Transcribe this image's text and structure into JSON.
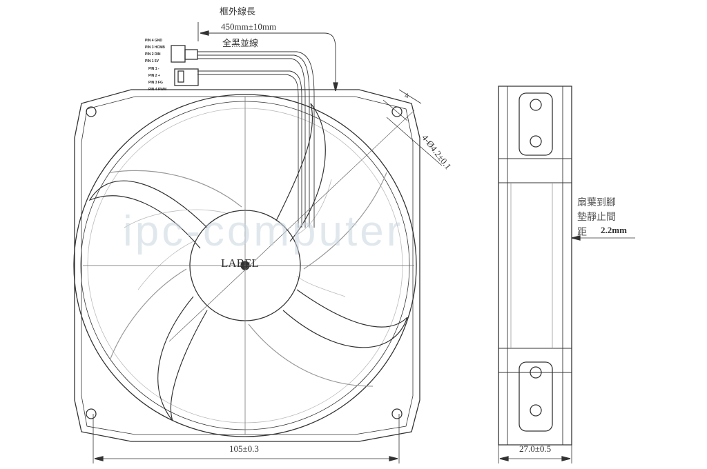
{
  "cable": {
    "title": "框外線長",
    "length": "450mm±10mm",
    "note": "全黑並線"
  },
  "connector_a_pins": [
    "PIN 4 GND",
    "PIN 3 HCMB",
    "PIN 2 DIN",
    "PIN 1 5V"
  ],
  "connector_b_pins": [
    "PIN 1 -",
    "PIN 2 +",
    "PIN 3 FG",
    "PIN 4 PWM"
  ],
  "hub_label": "LABEL",
  "dimensions": {
    "mount_holes": "4-Ø4.2±0.1",
    "width": "105±0.3",
    "depth": "27.0±0.5",
    "gap_note_line1": "扇葉到腳",
    "gap_note_line2": "墊靜止間",
    "gap_note_line3": "距",
    "gap_value": "2.2mm",
    "corner": "4"
  },
  "watermark": "ipc-computer"
}
